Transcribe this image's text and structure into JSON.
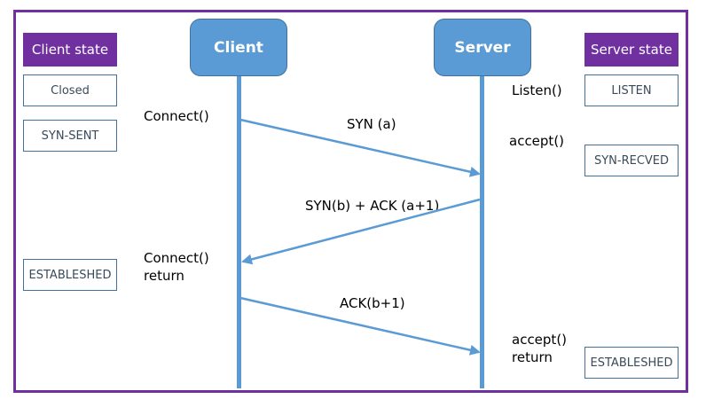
{
  "colors": {
    "frame": "#7030a0",
    "actor": "#5b9bd5",
    "arrow": "#5b9bd5",
    "state_border": "#41719c"
  },
  "headers": {
    "client_state": "Client state",
    "server_state": "Server state"
  },
  "actors": {
    "client": "Client",
    "server": "Server"
  },
  "client_states": [
    "Closed",
    "SYN-SENT",
    "ESTABLESHED"
  ],
  "server_states": [
    "LISTEN",
    "SYN-RECVED",
    "ESTABLESHED"
  ],
  "client_calls": {
    "connect": "Connect()",
    "connect_return_1": "Connect()",
    "connect_return_2": "return"
  },
  "server_calls": {
    "listen": "Listen()",
    "accept": "accept()",
    "accept_return_1": "accept()",
    "accept_return_2": "return"
  },
  "messages": [
    "SYN (a)",
    "SYN(b) + ACK (a+1)",
    "ACK(b+1)"
  ]
}
